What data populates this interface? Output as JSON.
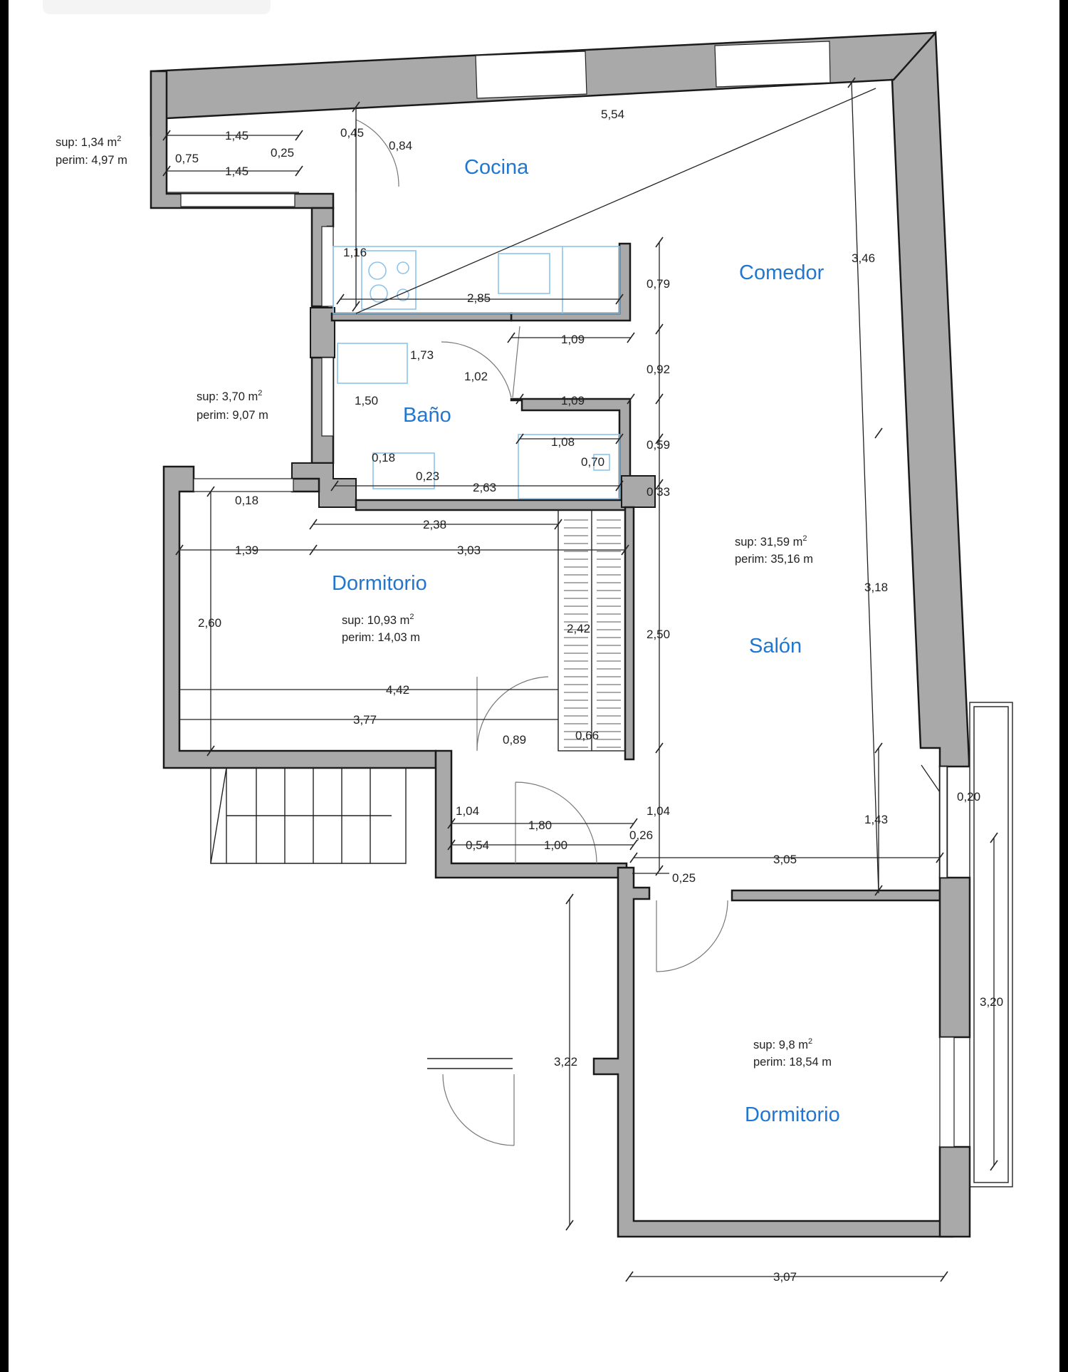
{
  "rooms": {
    "cocina": "Cocina",
    "comedor": "Comedor",
    "bano": "Baño",
    "dormitorio_1": "Dormitorio",
    "salon": "Salón",
    "dormitorio_2": "Dormitorio"
  },
  "areas": {
    "small_room": {
      "sup": "sup: 1,34 m",
      "perim": "perim: 4,97 m"
    },
    "bano": {
      "sup": "sup: 3,70 m",
      "perim": "perim: 9,07 m"
    },
    "salon": {
      "sup": "sup: 31,59 m",
      "perim": "perim: 35,16 m"
    },
    "dormitorio_1": {
      "sup": "sup: 10,93 m",
      "perim": "perim: 14,03 m"
    },
    "dormitorio_2": {
      "sup": "sup: 9,8 m",
      "perim": "perim: 18,54 m"
    },
    "superscript": "2"
  },
  "dimensions": {
    "d_1_45_top": "1,45",
    "d_0_45": "0,45",
    "d_0_75": "0,75",
    "d_0_25_small": "0,25",
    "d_0_84": "0,84",
    "d_1_45_bottom": "1,45",
    "d_5_54": "5,54",
    "d_3_46": "3,46",
    "d_1_16": "1,16",
    "d_2_85": "2,85",
    "d_0_79": "0,79",
    "d_1_09_a": "1,09",
    "d_1_73": "1,73",
    "d_1_02": "1,02",
    "d_0_92": "0,92",
    "d_1_50": "1,50",
    "d_1_09_b": "1,09",
    "d_1_08": "1,08",
    "d_0_59": "0,59",
    "d_0_70": "0,70",
    "d_0_18_a": "0,18",
    "d_0_23": "0,23",
    "d_2_63": "2,63",
    "d_0_33": "0,33",
    "d_0_18_b": "0,18",
    "d_2_38": "2,38",
    "d_1_39": "1,39",
    "d_3_03": "3,03",
    "d_3_18": "3,18",
    "d_2_60": "2,60",
    "d_2_42": "2,42",
    "d_2_50": "2,50",
    "d_4_42": "4,42",
    "d_3_77": "3,77",
    "d_0_89": "0,89",
    "d_0_66": "0,66",
    "d_1_04_a": "1,04",
    "d_1_80": "1,80",
    "d_1_04_b": "1,04",
    "d_0_54": "0,54",
    "d_1_00": "1,00",
    "d_0_26": "0,26",
    "d_3_05": "3,05",
    "d_1_43": "1,43",
    "d_0_20": "0,20",
    "d_0_25_bottom": "0,25",
    "d_3_20": "3,20",
    "d_3_22": "3,22",
    "d_3_07": "3,07"
  }
}
